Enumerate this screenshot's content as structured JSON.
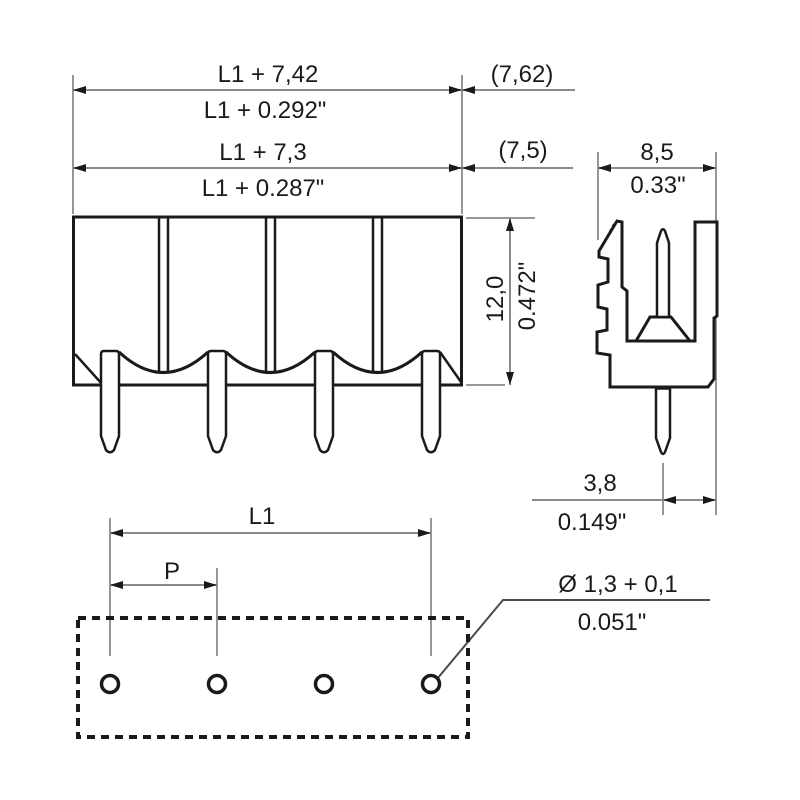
{
  "drawing": {
    "type": "technical-dimension-drawing",
    "subject": "4-pole PCB terminal block header with solder pins and PCB drilling plan",
    "line_color": "#1a1a1a",
    "dimension_line_color": "#8a8a8a",
    "background_color": "#ffffff",
    "front_view": {
      "overall_length_with_flange_mm": "L1 + 7,42",
      "overall_length_with_flange_inch": "L1 + 0.292\"",
      "pitch_reference_762": "(7,62)",
      "overall_length_body_mm": "L1 + 7,3",
      "overall_length_body_inch": "L1 + 0.287\"",
      "pitch_reference_75": "(7,5)",
      "height_mm": "12,0",
      "height_inch": "0.472\"",
      "pole_count": 4
    },
    "side_view": {
      "depth_mm": "8,5",
      "depth_inch": "0.33\"",
      "pin_to_edge_mm": "3,8",
      "pin_to_edge_inch": "0.149\""
    },
    "drill_plan": {
      "span_label": "L1",
      "pitch_label": "P",
      "hole_diameter_mm": "Ø 1,3 + 0,1",
      "hole_diameter_inch": "0.051\"",
      "hole_count": 4
    }
  }
}
